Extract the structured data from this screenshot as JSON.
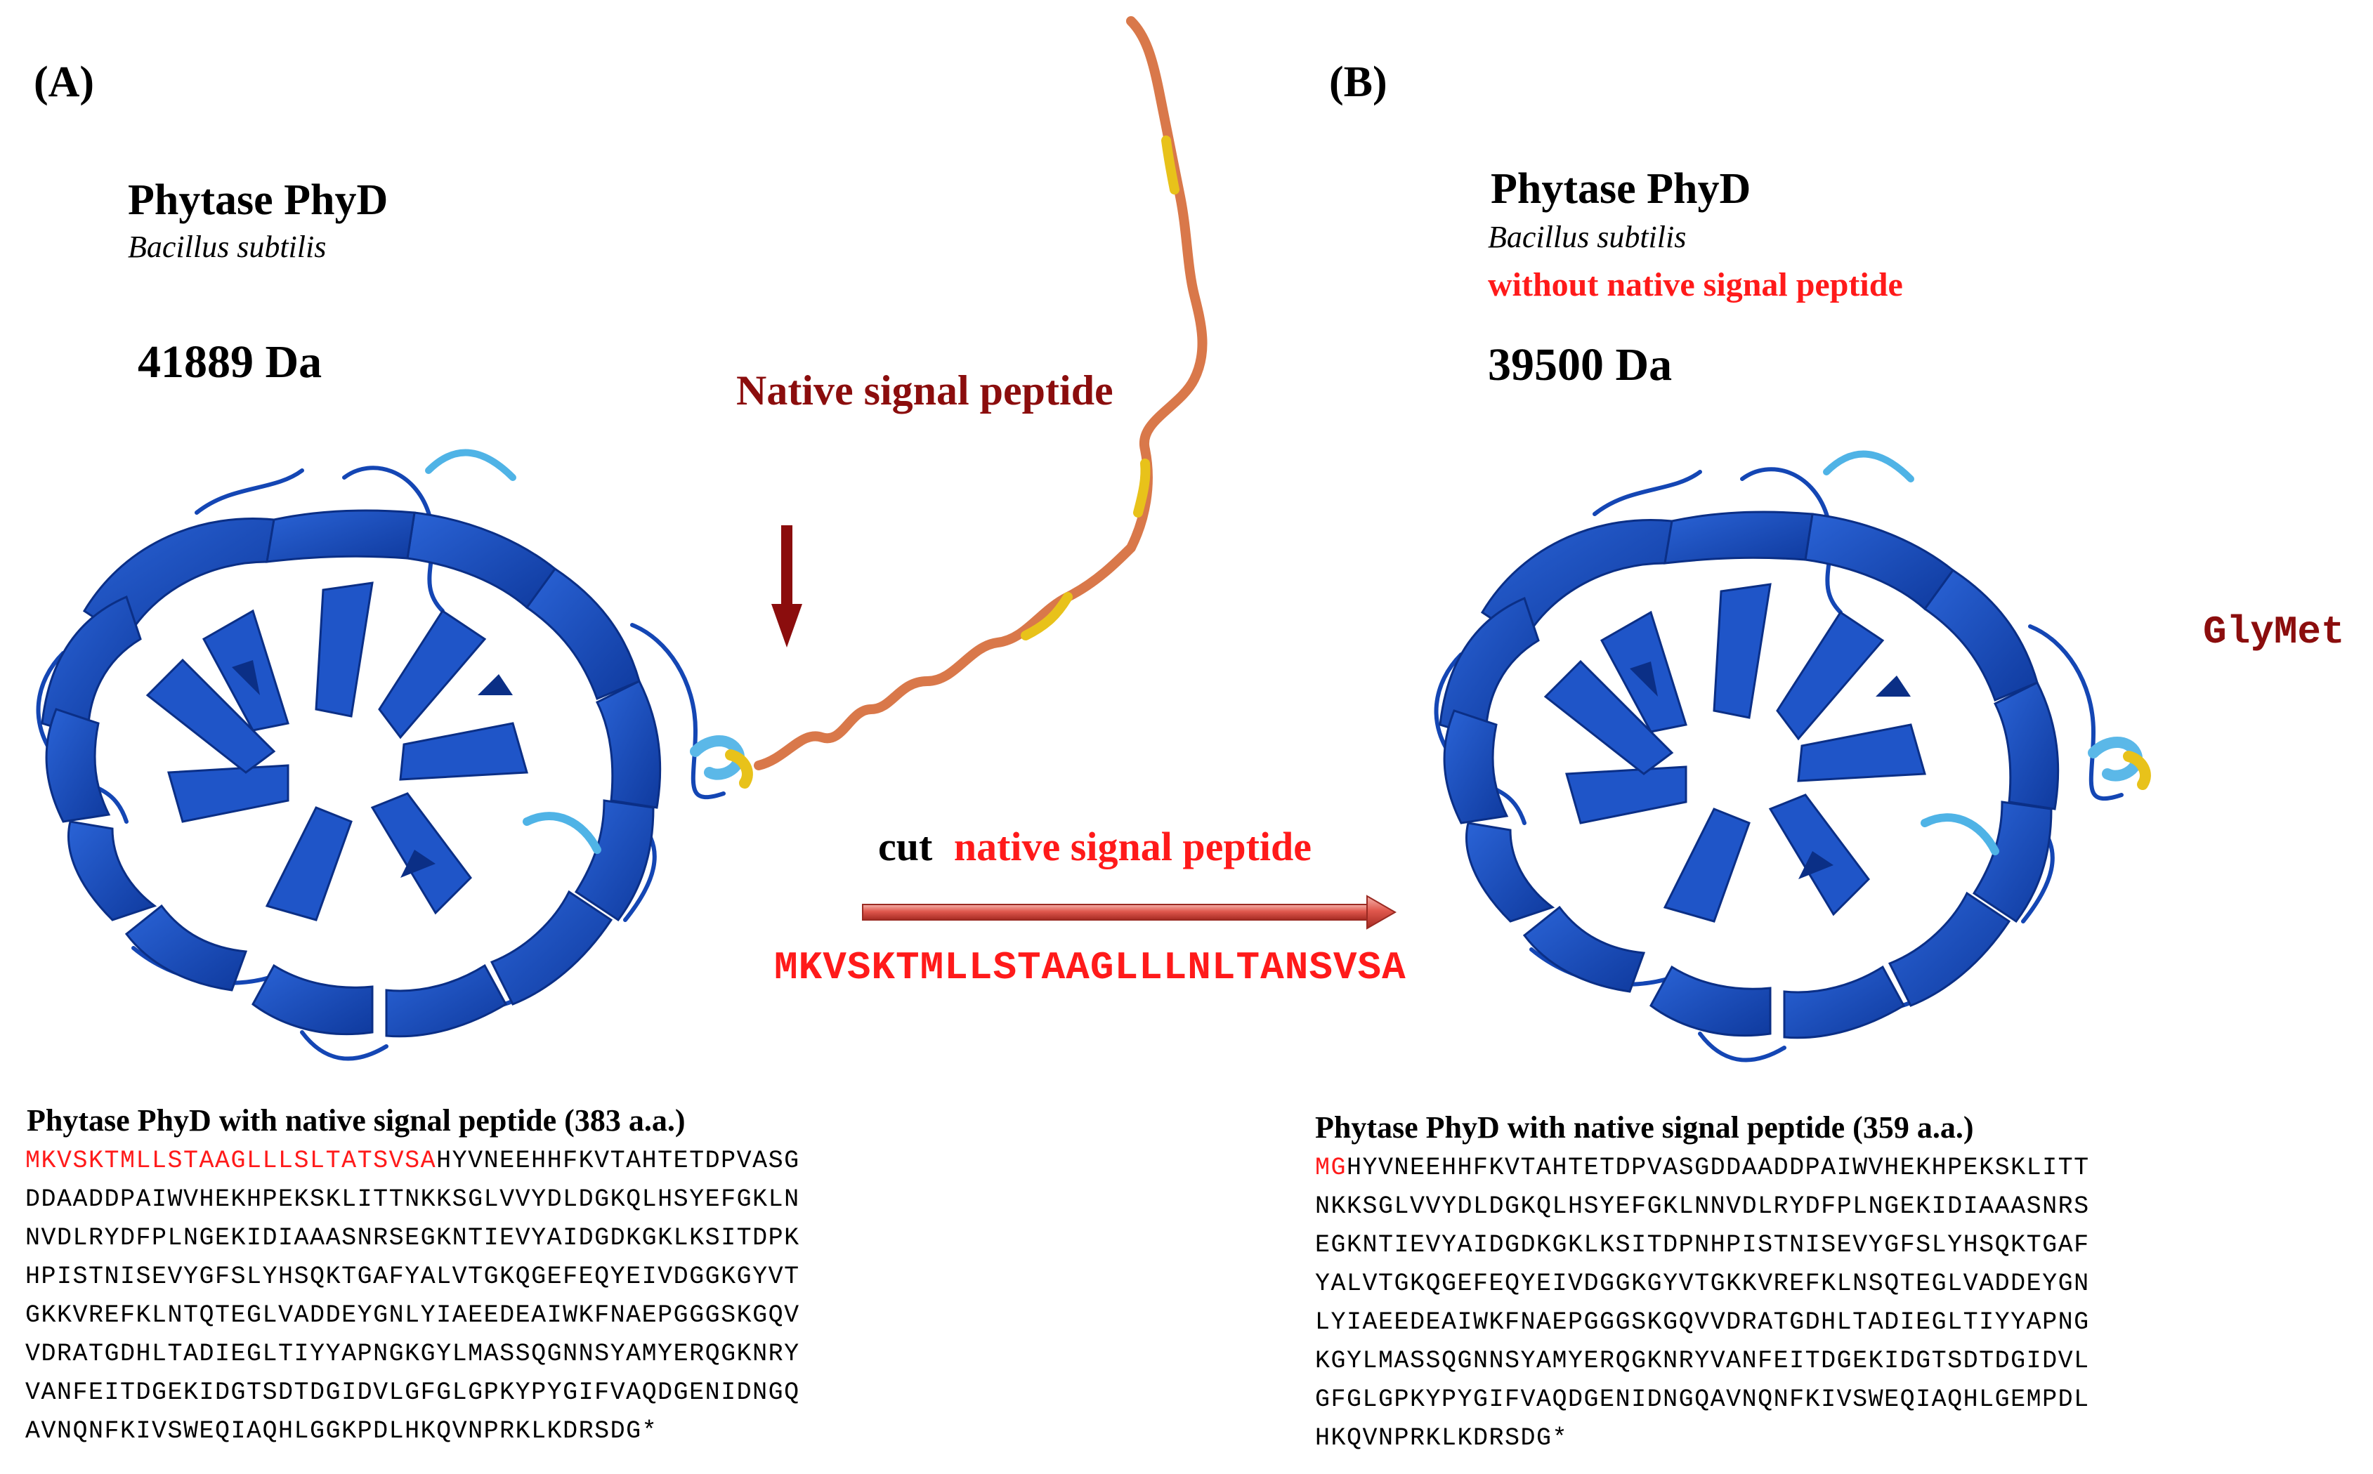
{
  "panels": {
    "a": {
      "label": "(A)",
      "title": "Phytase PhyD",
      "species": "Bacillus subtilis",
      "mass": "41889 Da",
      "signal_label": "Native signal peptide"
    },
    "b": {
      "label": "(B)",
      "title": "Phytase PhyD",
      "species": "Bacillus subtilis",
      "note": "without native signal peptide",
      "mass": "39500 Da",
      "terminal_label": "GlyMet"
    }
  },
  "cut": {
    "prefix": "cut",
    "label": "native signal peptide",
    "sequence": "MKVSKTMLLSTAAGLLLNLTANSVSA"
  },
  "sequence_a": {
    "title": "Phytase PhyD with native signal peptide (383 a.a.)",
    "highlight": "MKVSKTMLLSTAAGLLLSLTATSVSA",
    "first_line_rest": "HYVNEEHHFKVTAHTETDPVASG",
    "lines": [
      "DDAADDPAIWVHEKHPEKSKLITTNKKSGLVVYDLDGKQLHSYEFGKLN",
      "NVDLRYDFPLNGEKIDIAAASNRSEGKNTIEVYAIDGDKGKLKSITDPK",
      "HPISTNISEVYGFSLYHSQKTGAFYALVTGKQGEFEQYEIVDGGKGYVT",
      "GKKVREFKLNTQTEGLVADDEYGNLYIAEEDEAIWKFNAEPGGGSKGQV",
      "VDRATGDHLTADIEGLTIYYAPNGKGYLMASSQGNNSYAMYERQGKNRY",
      "VANFEITDGEKIDGTSDTDGIDVLGFGLGPKYPYGIFVAQDGENIDNGQ",
      "AVNQNFKIVSWEQIAQHLGGKPDLHKQVNPRKLKDRSDG*"
    ]
  },
  "sequence_b": {
    "title": "Phytase PhyD with native signal peptide (359 a.a.)",
    "highlight": "MG",
    "first_line_rest": "HYVNEEHHFKVTAHTETDPVASGDDAADDPAIWVHEKHPEKSKLITT",
    "lines": [
      "NKKSGLVVYDLDGKQLHSYEFGKLNNVDLRYDFPLNGEKIDIAAASNRS",
      "EGKNTIEVYAIDGDKGKLKSITDPNHPISTNISEVYGFSLYHSQKTGAF",
      "YALVTGKQGEFEQYEIVDGGKGYVTGKKVREFKLNSQTEGLVADDEYGN",
      "LYIAEEDEAIWKFNAEPGGGSKGQVVDRATGDHLTADIEGLTIYYAPNG",
      "KGYLMASSQGNNSYAMYERQGKNRYVANFEITDGEKIDGTSDTDGIDVL",
      "GFGLGPKYPYGIFVAQDGENIDNGQAVNQNFKIVSWEQIAQHLGEMPDL",
      "HKQVNPRKLKDRSDG*"
    ]
  },
  "colors": {
    "protein_blue": "#1446b4",
    "protein_dark": "#0b2f86",
    "helix_light": "#5bb8e8",
    "signal_orange": "#d9784a",
    "signal_yellow": "#e8c21a",
    "dark_red": "#8b0d0d",
    "bright_red": "#ff1a1a"
  }
}
